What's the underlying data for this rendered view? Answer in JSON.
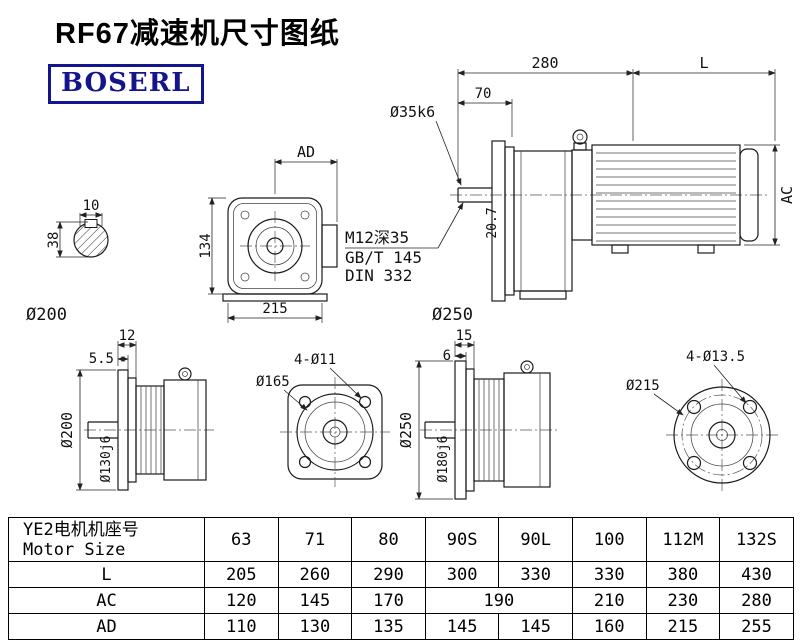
{
  "page": {
    "title": "RF67减速机尺寸图纸",
    "logo_text": "BOSERL",
    "brand_color": "#14148c",
    "line_color": "#1a1a1a"
  },
  "drawings": {
    "shaft_section": {
      "width_dim": "10",
      "height_dim": "38",
      "shaft_label": "Ø200"
    },
    "front_view": {
      "top_dim": "AD",
      "left_dim": "134",
      "bottom_dim": "215"
    },
    "side_view": {
      "top_dim_left": "280",
      "top_dim_right": "L",
      "front_offset_dim": "70",
      "shaft_dia": "Ø35k6",
      "motor_dia_dim": "AC",
      "flange_offset_dim": "20.7",
      "tap_note_line1": "M12深35",
      "tap_note_line2": "GB/T 145",
      "tap_note_line3": "DIN 332",
      "flange_label": "Ø250"
    },
    "flange_side_left": {
      "dim_total": "12",
      "dim_step": "5.5",
      "flange_dia": "Ø200",
      "pilot_dia": "Ø130j6"
    },
    "flange_front_left": {
      "holes_label": "4-Ø11",
      "bolt_circle_dia": "Ø165"
    },
    "flange_side_right": {
      "dim_total": "15",
      "dim_step": "6",
      "flange_dia": "Ø250",
      "pilot_dia": "Ø180j6"
    },
    "flange_front_right": {
      "holes_label": "4-Ø13.5",
      "bolt_circle_dia": "Ø215"
    }
  },
  "table": {
    "header": {
      "label_cn": "YE2电机机座号",
      "label_en": "Motor Size"
    },
    "sizes": [
      "63",
      "71",
      "80",
      "90S",
      "90L",
      "100",
      "112M",
      "132S"
    ],
    "rows": [
      {
        "label": "L",
        "values": [
          "205",
          "260",
          "290",
          "300",
          "330",
          "330",
          "380",
          "430"
        ]
      },
      {
        "label": "AC",
        "values": [
          "120",
          "145",
          "170",
          "190",
          "210",
          "230",
          "280"
        ]
      },
      {
        "label": "AD",
        "values": [
          "110",
          "130",
          "135",
          "145",
          "145",
          "160",
          "215",
          "255"
        ]
      }
    ]
  }
}
